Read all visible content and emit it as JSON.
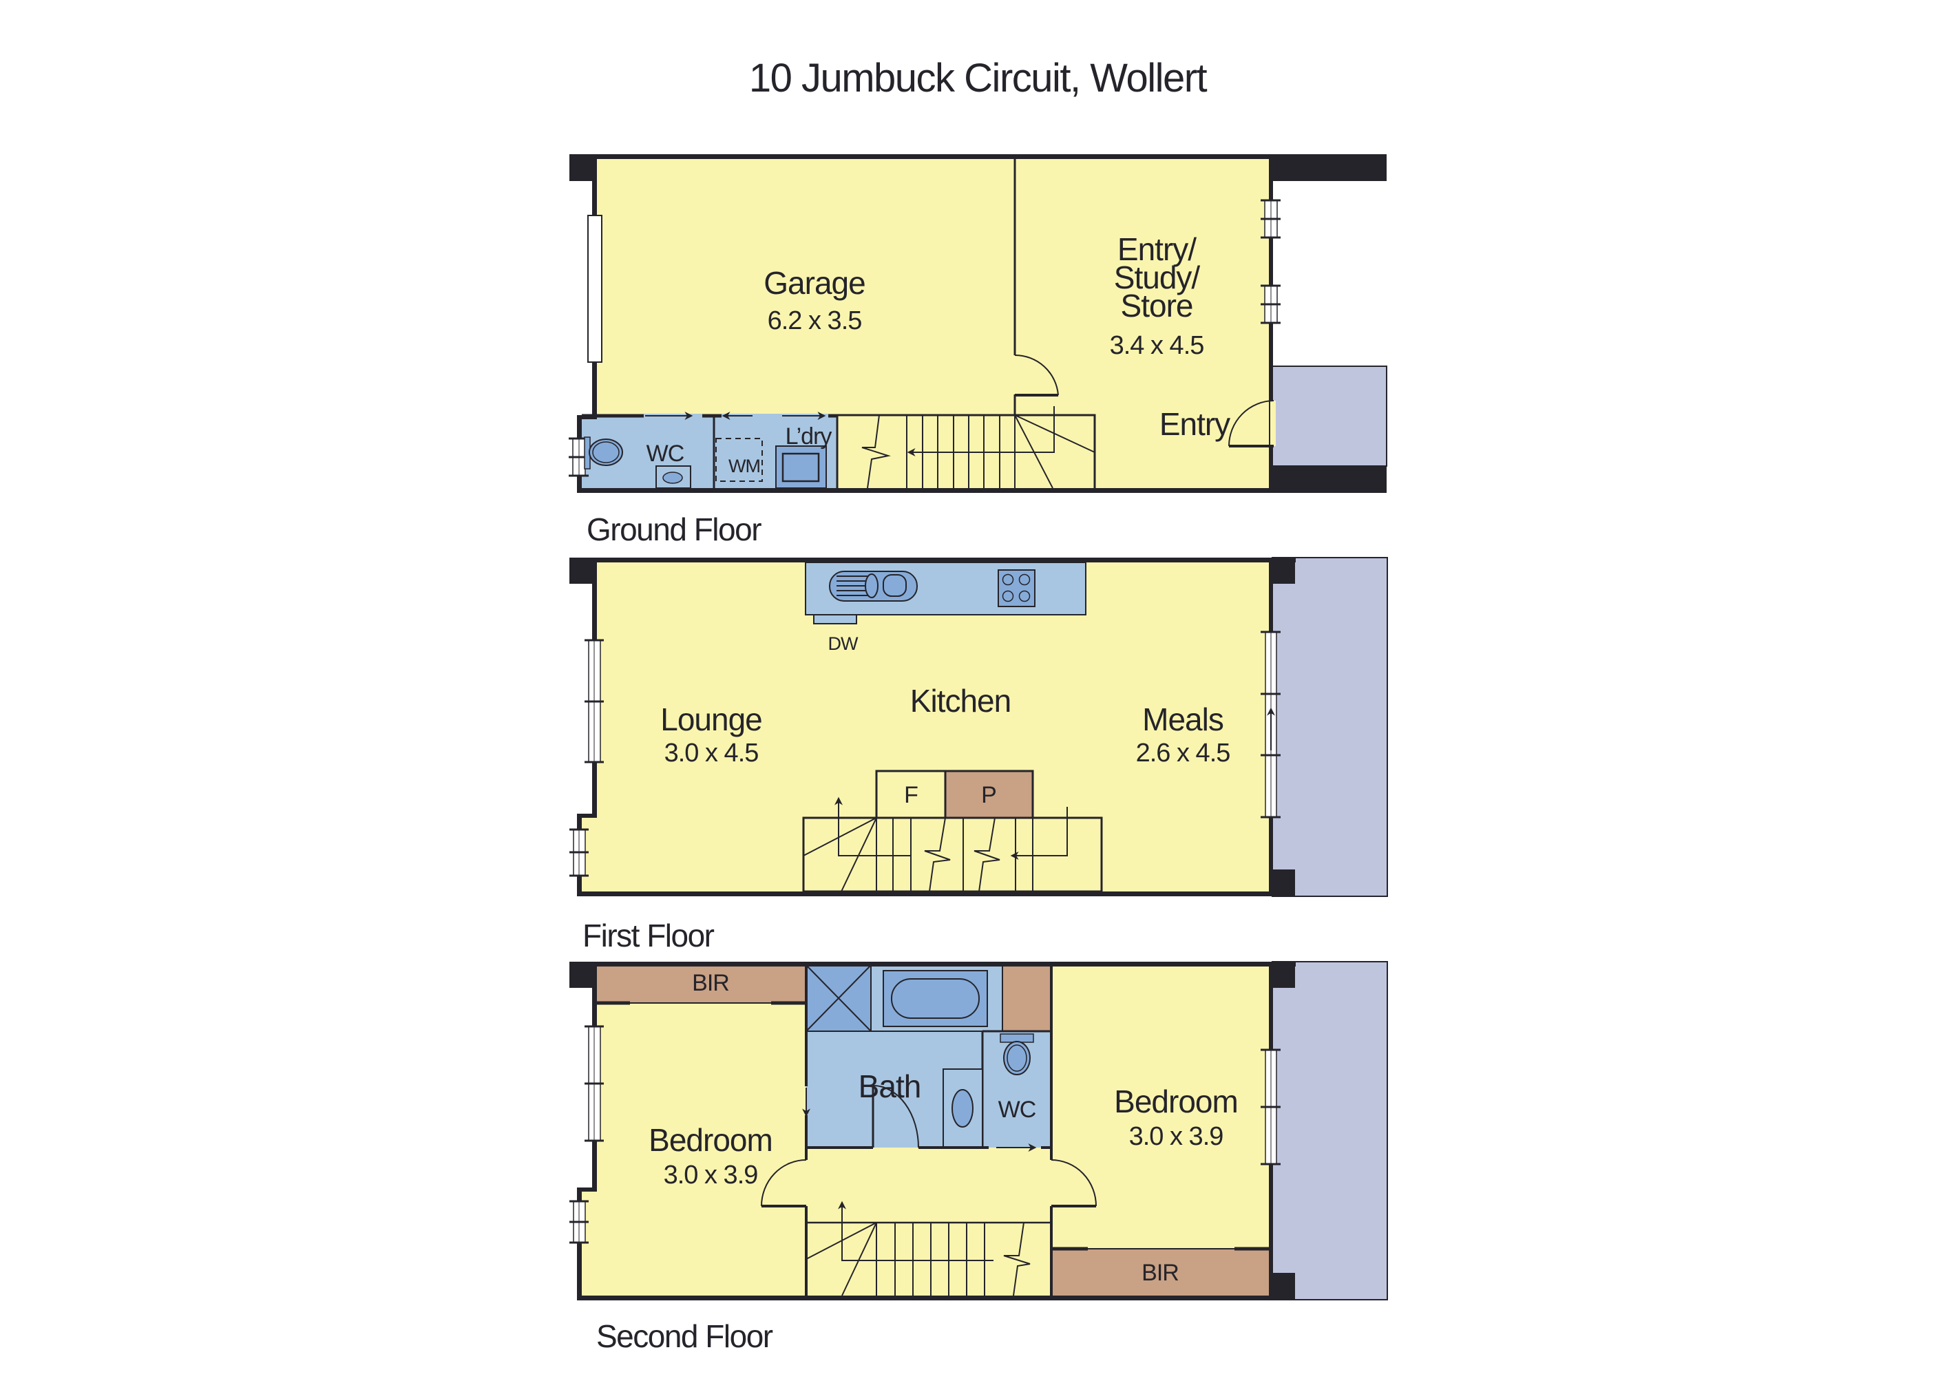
{
  "title": "10 Jumbuck Circuit, Wollert",
  "colors": {
    "living": "#faf5ae",
    "wet": "#a8c6e1",
    "fixture": "#86abd8",
    "storage": "#c9a184",
    "outdoor": "#c0c5de",
    "wall": "#25242b",
    "background": "#ffffff"
  },
  "floors": {
    "ground": {
      "label": "Ground Floor",
      "rooms": {
        "garage": {
          "name": "Garage",
          "dims": "6.2 x 3.5"
        },
        "entry_study": {
          "name_lines": [
            "Entry/",
            "Study/",
            "Store"
          ],
          "dims": "3.4 x 4.5"
        },
        "entry": {
          "name": "Entry"
        },
        "wc": {
          "name": "WC"
        },
        "laundry": {
          "name": "L’dry"
        },
        "washing_machine": {
          "name": "WM"
        }
      }
    },
    "first": {
      "label": "First Floor",
      "rooms": {
        "lounge": {
          "name": "Lounge",
          "dims": "3.0 x 4.5"
        },
        "kitchen": {
          "name": "Kitchen"
        },
        "meals": {
          "name": "Meals",
          "dims": "2.6 x 4.5"
        },
        "dishwasher": {
          "name": "DW"
        },
        "fridge": {
          "name": "F"
        },
        "pantry": {
          "name": "P"
        }
      }
    },
    "second": {
      "label": "Second Floor",
      "rooms": {
        "bedroom_left": {
          "name": "Bedroom",
          "dims": "3.0 x 3.9"
        },
        "bedroom_right": {
          "name": "Bedroom",
          "dims": "3.0 x 3.9"
        },
        "bir_left": {
          "name": "BIR"
        },
        "bir_right": {
          "name": "BIR"
        },
        "bath": {
          "name": "Bath"
        },
        "wc": {
          "name": "WC"
        }
      }
    }
  }
}
